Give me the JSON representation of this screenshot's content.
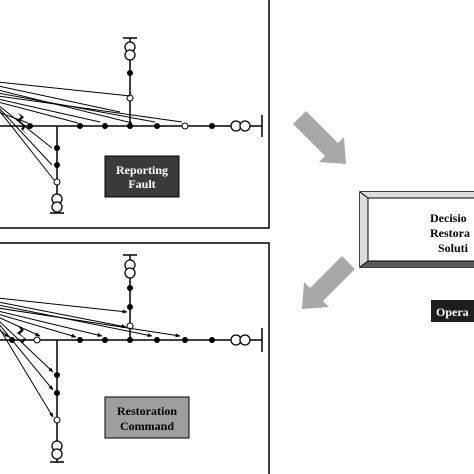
{
  "top_panel": {
    "label_line1": "Reporting",
    "label_line2": "Fault"
  },
  "bottom_panel": {
    "label_line1": "Restoration",
    "label_line2": "Command"
  },
  "decision_box": {
    "line1": "Decisio",
    "line2": "Restora",
    "line3": "Soluti"
  },
  "operator_label": "Opera",
  "colors": {
    "line": "#000000",
    "fault_box": "#3a3a3a",
    "fault_text": "#ffffff",
    "command_box": "#9e9e9e",
    "command_text": "#000000",
    "operator_box": "#1e1e1e",
    "arrow": "#a8a8a8"
  }
}
